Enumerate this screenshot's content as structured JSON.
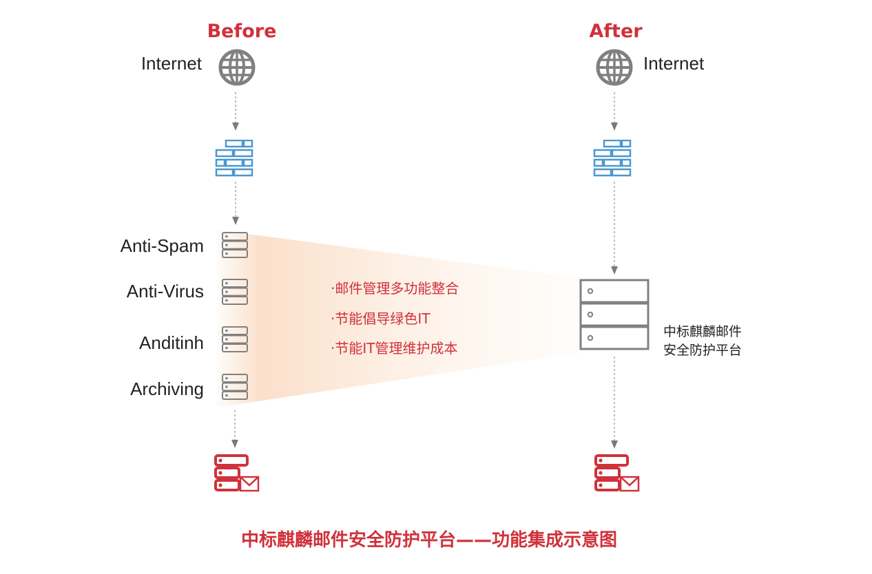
{
  "colors": {
    "accent_red": "#d0313b",
    "firewall_blue": "#4a97cf",
    "icon_gray": "#808080",
    "arrow_gray": "#7a7a7a",
    "label_text": "#222222",
    "funnel_orange": "#f7c6a0"
  },
  "before": {
    "heading": "Before",
    "internet_label": "Internet",
    "components": [
      {
        "label": "Anti-Spam",
        "icon": "server-stack-icon"
      },
      {
        "label": "Anti-Virus",
        "icon": "server-stack-icon"
      },
      {
        "label": "Anditinh",
        "icon": "server-stack-icon"
      },
      {
        "label": "Archiving",
        "icon": "server-stack-icon"
      }
    ]
  },
  "after": {
    "heading": "After",
    "internet_label": "Internet",
    "platform_label_line1": "中标麒麟邮件",
    "platform_label_line2": "安全防护平台"
  },
  "benefits": [
    "·邮件管理多功能整合",
    "·节能倡导绿色IT",
    "·节能IT管理维护成本"
  ],
  "icons": {
    "internet": "globe-icon",
    "firewall": "firewall-icon",
    "mail_server": "mail-server-icon",
    "platform": "server-icon"
  },
  "caption": "中标麒麟邮件安全防护平台——功能集成示意图"
}
